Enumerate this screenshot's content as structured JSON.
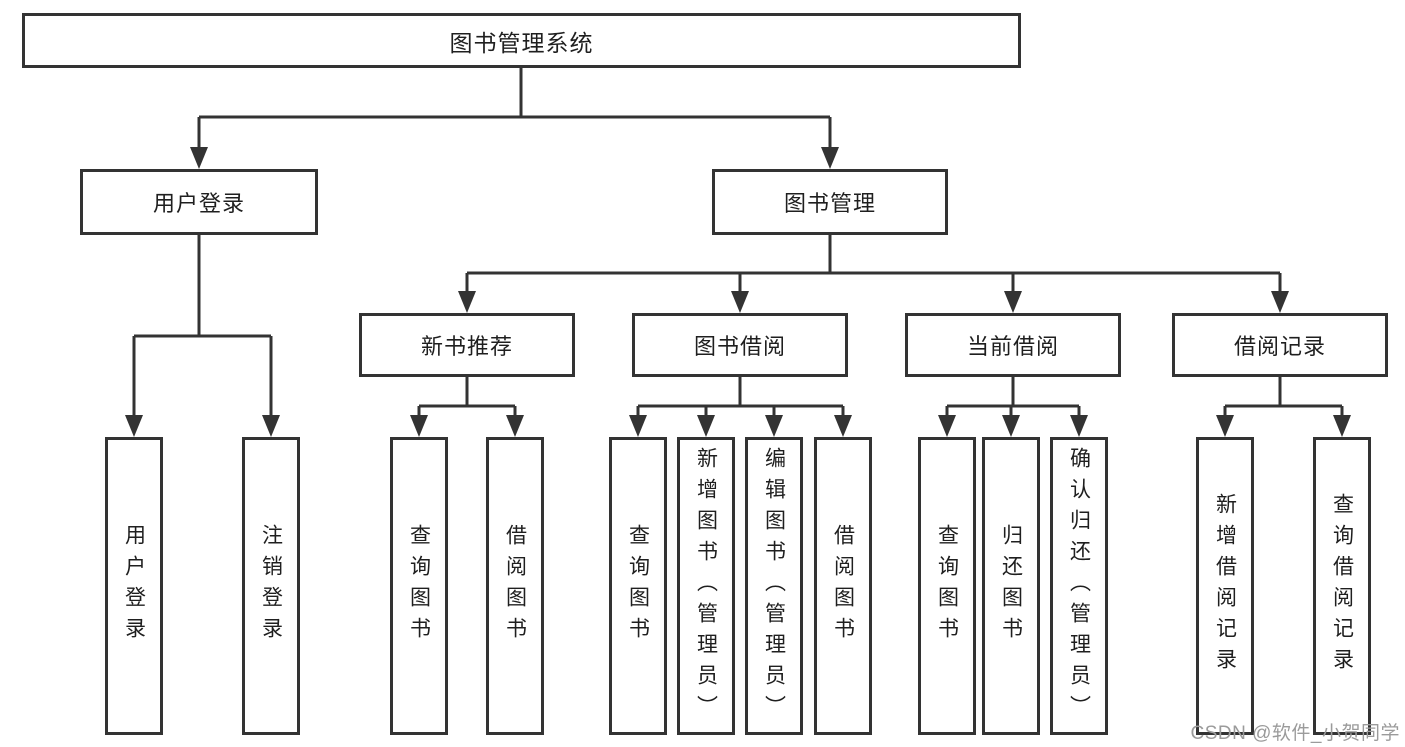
{
  "diagram": {
    "root": {
      "label": "图书管理系统"
    },
    "level2": [
      {
        "label": "用户登录"
      },
      {
        "label": "图书管理"
      }
    ],
    "level3": [
      {
        "label": "新书推荐",
        "parent": "图书管理"
      },
      {
        "label": "图书借阅",
        "parent": "图书管理"
      },
      {
        "label": "当前借阅",
        "parent": "图书管理"
      },
      {
        "label": "借阅记录",
        "parent": "图书管理"
      }
    ],
    "leaves": [
      {
        "label": "用户登录",
        "parent": "用户登录"
      },
      {
        "label": "注销登录",
        "parent": "用户登录"
      },
      {
        "label": "查询图书",
        "parent": "新书推荐"
      },
      {
        "label": "借阅图书",
        "parent": "新书推荐"
      },
      {
        "label": "查询图书",
        "parent": "图书借阅"
      },
      {
        "label": "新增图书（管理员）",
        "parent": "图书借阅"
      },
      {
        "label": "编辑图书（管理员）",
        "parent": "图书借阅"
      },
      {
        "label": "借阅图书",
        "parent": "图书借阅"
      },
      {
        "label": "查询图书",
        "parent": "当前借阅"
      },
      {
        "label": "归还图书",
        "parent": "当前借阅"
      },
      {
        "label": "确认归还（管理员）",
        "parent": "当前借阅"
      },
      {
        "label": "新增借阅记录",
        "parent": "借阅记录"
      },
      {
        "label": "查询借阅记录",
        "parent": "借阅记录"
      }
    ],
    "watermark": "CSDN @软件_小贺同学",
    "colors": {
      "line": "#333333",
      "text": "#1f1f1f",
      "background": "#ffffff",
      "watermark": "#9b9b9b"
    }
  }
}
